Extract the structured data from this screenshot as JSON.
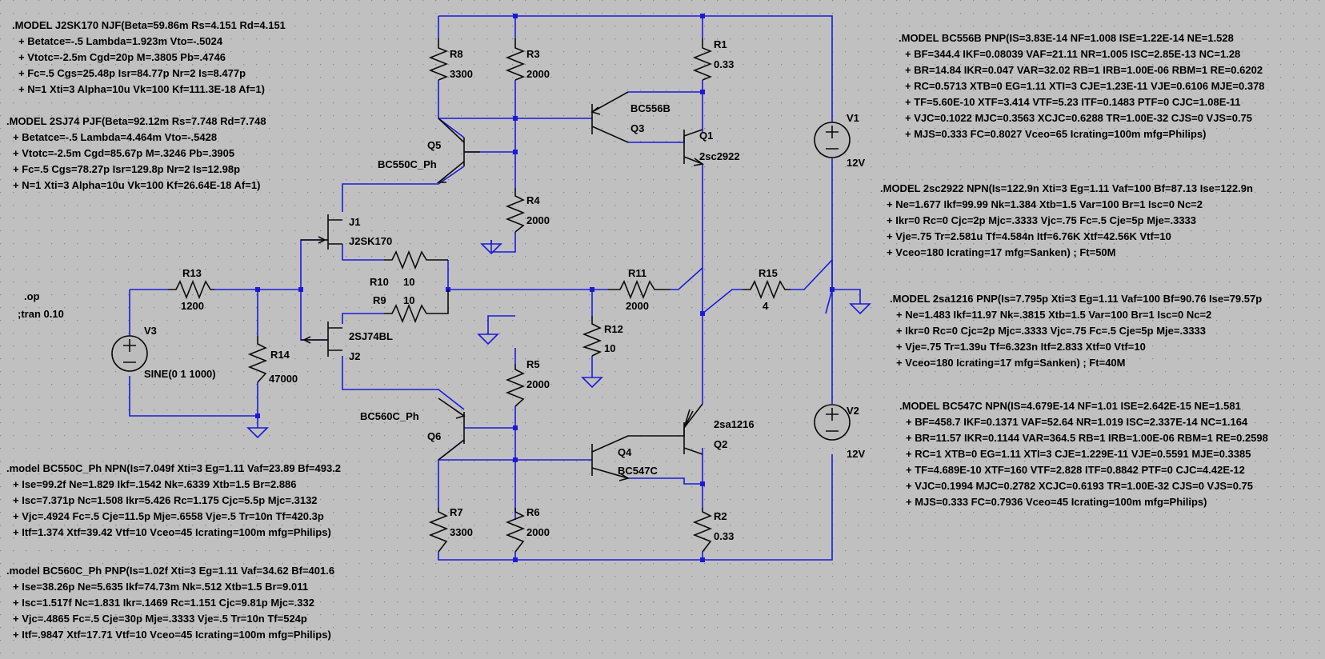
{
  "models": [
    {
      "key": "j2sk170",
      "lines": [
        ".MODEL J2SK170 NJF(Beta=59.86m Rs=4.151 Rd=4.151",
        "+ Betatce=-.5 Lambda=1.923m Vto=-.5024",
        "+ Vtotc=-2.5m Cgd=20p M=.3805 Pb=.4746",
        "+ Fc=.5 Cgs=25.48p Isr=84.77p Nr=2 Is=8.477p",
        "+ N=1 Xti=3 Alpha=10u Vk=100 Kf=111.3E-18 Af=1)"
      ]
    },
    {
      "key": "2sj74",
      "lines": [
        ".MODEL 2SJ74 PJF(Beta=92.12m Rs=7.748 Rd=7.748",
        "+ Betatce=-.5 Lambda=4.464m Vto=-.5428",
        "+ Vtotc=-2.5m Cgd=85.67p M=.3246 Pb=.3905",
        "+ Fc=.5 Cgs=78.27p Isr=129.8p Nr=2 Is=12.98p",
        "+ N=1 Xti=3 Alpha=10u Vk=100 Kf=26.64E-18 Af=1)"
      ]
    },
    {
      "key": "bc550c",
      "lines": [
        ".model BC550C_Ph NPN(Is=7.049f Xti=3 Eg=1.11 Vaf=23.89 Bf=493.2",
        "+ Ise=99.2f Ne=1.829 Ikf=.1542 Nk=.6339 Xtb=1.5 Br=2.886",
        "+ Isc=7.371p Nc=1.508 Ikr=5.426 Rc=1.175 Cjc=5.5p Mjc=.3132",
        "+ Vjc=.4924 Fc=.5 Cje=11.5p Mje=.6558 Vje=.5 Tr=10n Tf=420.3p",
        "+ Itf=1.374 Xtf=39.42 Vtf=10 Vceo=45 Icrating=100m mfg=Philips)"
      ]
    },
    {
      "key": "bc560c",
      "lines": [
        ".model BC560C_Ph PNP(Is=1.02f Xti=3 Eg=1.11 Vaf=34.62 Bf=401.6",
        "+ Ise=38.26p Ne=5.635 Ikf=74.73m Nk=.512 Xtb=1.5 Br=9.011",
        "+ Isc=1.517f Nc=1.831 Ikr=.1469 Rc=1.151 Cjc=9.81p Mjc=.332",
        "+ Vjc=.4865 Fc=.5 Cje=30p Mje=.3333 Vje=.5 Tr=10n Tf=524p",
        "+ Itf=.9847 Xtf=17.71 Vtf=10 Vceo=45 Icrating=100m mfg=Philips)"
      ]
    },
    {
      "key": "bc556b",
      "lines": [
        ".MODEL BC556B PNP(IS=3.83E-14 NF=1.008 ISE=1.22E-14 NE=1.528",
        "+ BF=344.4 IKF=0.08039 VAF=21.11 NR=1.005 ISC=2.85E-13 NC=1.28",
        "+ BR=14.84 IKR=0.047 VAR=32.02 RB=1 IRB=1.00E-06 RBM=1 RE=0.6202",
        "+ RC=0.5713 XTB=0 EG=1.11 XTI=3 CJE=1.23E-11 VJE=0.6106 MJE=0.378",
        "+ TF=5.60E-10 XTF=3.414 VTF=5.23 ITF=0.1483 PTF=0 CJC=1.08E-11",
        "+ VJC=0.1022 MJC=0.3563 XCJC=0.6288 TR=1.00E-32 CJS=0 VJS=0.75",
        "+ MJS=0.333 FC=0.8027 Vceo=65 Icrating=100m mfg=Philips)"
      ]
    },
    {
      "key": "2sc2922",
      "lines": [
        ".MODEL 2sc2922 NPN(Is=122.9n Xti=3 Eg=1.11 Vaf=100 Bf=87.13 Ise=122.9n",
        "+ Ne=1.677 Ikf=99.99 Nk=1.384 Xtb=1.5 Var=100 Br=1 Isc=0 Nc=2",
        "+ Ikr=0 Rc=0 Cjc=2p Mjc=.3333 Vjc=.75 Fc=.5 Cje=5p Mje=.3333",
        "+ Vje=.75 Tr=2.581u Tf=4.584n Itf=6.76K Xtf=42.56K Vtf=10",
        "+ Vceo=180 Icrating=17 mfg=Sanken) ; Ft=50M"
      ]
    },
    {
      "key": "2sa1216",
      "lines": [
        ".MODEL 2sa1216 PNP(Is=7.795p Xti=3 Eg=1.11 Vaf=100 Bf=90.76 Ise=79.57p",
        "+ Ne=1.483 Ikf=11.97 Nk=.3815 Xtb=1.5 Var=100 Br=1 Isc=0 Nc=2",
        "+ Ikr=0 Rc=0 Cjc=2p Mjc=.3333 Vjc=.75 Fc=.5 Cje=5p Mje=.3333",
        "+ Vje=.75 Tr=1.39u Tf=6.323n Itf=2.833 Xtf=0 Vtf=10",
        "+ Vceo=180 Icrating=17 mfg=Sanken) ; Ft=40M"
      ]
    },
    {
      "key": "bc547c",
      "lines": [
        ".MODEL BC547C NPN(IS=4.679E-14 NF=1.01 ISE=2.642E-15 NE=1.581",
        "+ BF=458.7 IKF=0.1371 VAF=52.64 NR=1.019 ISC=2.337E-14 NC=1.164",
        "+ BR=11.57 IKR=0.1144 VAR=364.5 RB=1 IRB=1.00E-06 RBM=1 RE=0.2598",
        "+ RC=1 XTB=0 EG=1.11 XTI=3 CJE=1.229E-11 VJE=0.5591 MJE=0.3385",
        "+ TF=4.689E-10 XTF=160 VTF=2.828 ITF=0.8842 PTF=0 CJC=4.42E-12",
        "+ VJC=0.1994 MJC=0.2782 XCJC=0.6193 TR=1.00E-32 CJS=0 VJS=0.75",
        "+ MJS=0.333 FC=0.7936 Vceo=45 Icrating=100m mfg=Philips)"
      ]
    }
  ],
  "directives": {
    "op": ".op",
    "tran": ";tran 0.10"
  },
  "components": {
    "R8": {
      "name": "R8",
      "value": "3300"
    },
    "R3": {
      "name": "R3",
      "value": "2000"
    },
    "R4": {
      "name": "R4",
      "value": "2000"
    },
    "R1": {
      "name": "R1",
      "value": "0.33"
    },
    "R13": {
      "name": "R13",
      "value": "1200"
    },
    "R14": {
      "name": "R14",
      "value": "47000"
    },
    "R10": {
      "name": "R10",
      "value": "10"
    },
    "R9": {
      "name": "R9",
      "value": "10"
    },
    "R11": {
      "name": "R11",
      "value": "2000"
    },
    "R12": {
      "name": "R12",
      "value": "10"
    },
    "R15": {
      "name": "R15",
      "value": "4"
    },
    "R5": {
      "name": "R5",
      "value": "2000"
    },
    "R6": {
      "name": "R6",
      "value": "2000"
    },
    "R7": {
      "name": "R7",
      "value": "3300"
    },
    "R2": {
      "name": "R2",
      "value": "0.33"
    },
    "V1": {
      "name": "V1",
      "value": "12V"
    },
    "V2": {
      "name": "V2",
      "value": "12V"
    },
    "V3": {
      "name": "V3",
      "value": "SINE(0 1 1000)"
    },
    "Q1": {
      "name": "Q1",
      "model": "2sc2922"
    },
    "Q2": {
      "name": "Q2",
      "model": "2sa1216"
    },
    "Q3": {
      "name": "Q3",
      "model": "BC556B"
    },
    "Q4": {
      "name": "Q4",
      "model": "BC547C"
    },
    "Q5": {
      "name": "Q5",
      "model": "BC550C_Ph"
    },
    "Q6": {
      "name": "Q6",
      "model": "BC560C_Ph"
    },
    "J1": {
      "name": "J1",
      "model": "J2SK170"
    },
    "J2": {
      "name": "J2",
      "model": "2SJ74BL"
    }
  },
  "colors": {
    "background": "#c0c0c0",
    "grid": "#8a8a8a",
    "wire": "#1a1ad8",
    "symbol": "#0a0a0a"
  }
}
